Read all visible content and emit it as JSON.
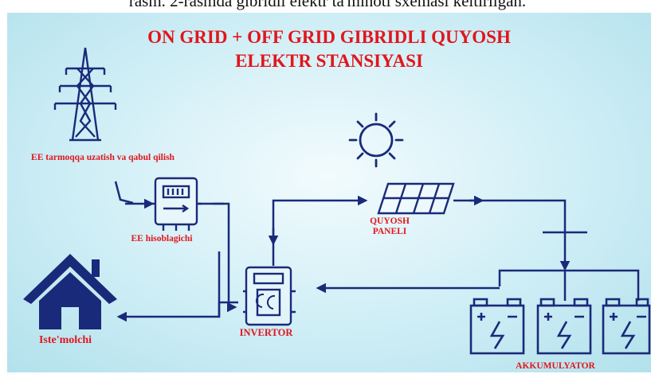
{
  "caption": "rasm. 2-rasmda gibridli elektr ta'minoti sxemasi keltirilgan.",
  "title": {
    "line1": "ON GRID  + OFF GRID GIBRIDLI QUYOSH",
    "line2": "ELEKTR STANSIYASI"
  },
  "labels": {
    "grid": "EE tarmoqqa uzatish va qabul qilish",
    "meter": "EE hisoblagichi",
    "panel": "QUYOSH PANELI",
    "consumer": "Iste'molchi",
    "inverter": "INVERTOR",
    "battery": "AKKUMULYATOR"
  },
  "colors": {
    "title": "#e2151c",
    "icons": "#1a2a7a",
    "background": "#cfeef6"
  },
  "icons": [
    "transmission-tower-icon",
    "sun-icon",
    "solar-panel-icon",
    "electricity-meter-icon",
    "house-icon",
    "inverter-icon",
    "battery-icon"
  ]
}
